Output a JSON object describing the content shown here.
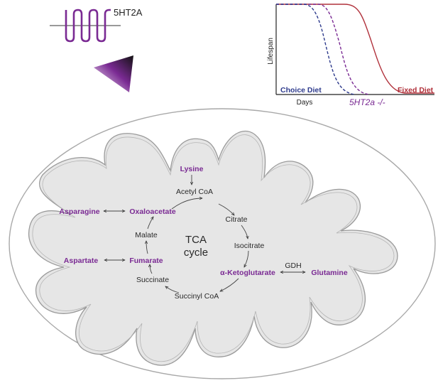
{
  "gene": {
    "label": "5HT2A"
  },
  "plot": {
    "ylabel": "Lifespan",
    "xlabel": "Days",
    "legend_choice": "Choice Diet",
    "legend_fixed": "Fixed Diet",
    "legend_mutant": "5HT2a -/-"
  },
  "chart_data": {
    "type": "line",
    "xlabel": "Days",
    "ylabel": "Lifespan",
    "series": [
      {
        "name": "Choice Diet",
        "style": "dashed",
        "color": "#2d3a8c"
      },
      {
        "name": "Fixed Diet",
        "style": "solid",
        "color": "#b0303a"
      },
      {
        "name": "5HT2a -/-",
        "style": "dashed",
        "color": "#7a2a93"
      }
    ]
  },
  "pathway": {
    "center_top": "TCA",
    "center_bottom": "cycle",
    "lysine": "Lysine",
    "acetyl_coa": "Acetyl CoA",
    "citrate": "Citrate",
    "isocitrate": "Isocitrate",
    "akg": "α-Ketoglutarate",
    "succinyl_coa": "Succinyl CoA",
    "succinate": "Succinate",
    "fumarate": "Fumarate",
    "malate": "Malate",
    "oxaloacetate": "Oxaloacetate",
    "asparagine": "Asparagine",
    "aspartate": "Aspartate",
    "gdh": "GDH",
    "glutamine": "Glutamine"
  },
  "colors": {
    "highlight": "#7a2a93",
    "choice": "#2d3a8c",
    "fixed": "#b0303a",
    "mito_fill": "#e8e8e8",
    "outline": "#9a9a9a"
  }
}
